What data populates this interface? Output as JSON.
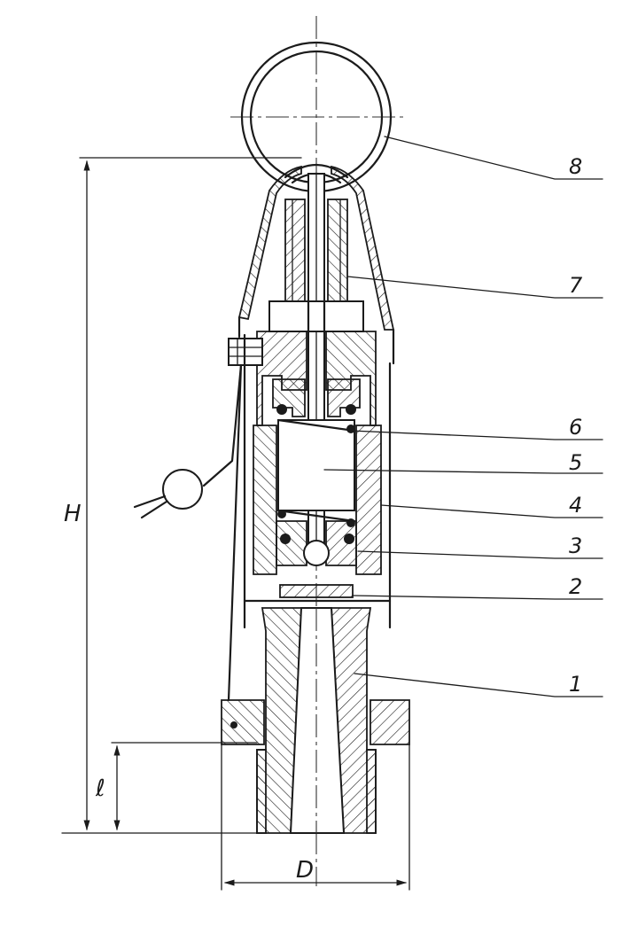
{
  "dimensions": {
    "height": "H",
    "length": "ℓ",
    "diameter": "D"
  },
  "callouts": [
    "8",
    "7",
    "6",
    "5",
    "4",
    "3",
    "2",
    "1"
  ]
}
